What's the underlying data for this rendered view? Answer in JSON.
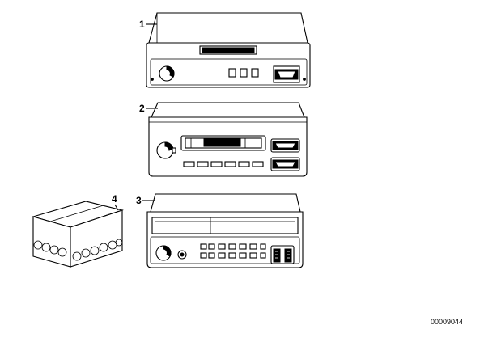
{
  "callouts": [
    "1",
    "2",
    "3",
    "4"
  ],
  "reference_number": "00009044"
}
